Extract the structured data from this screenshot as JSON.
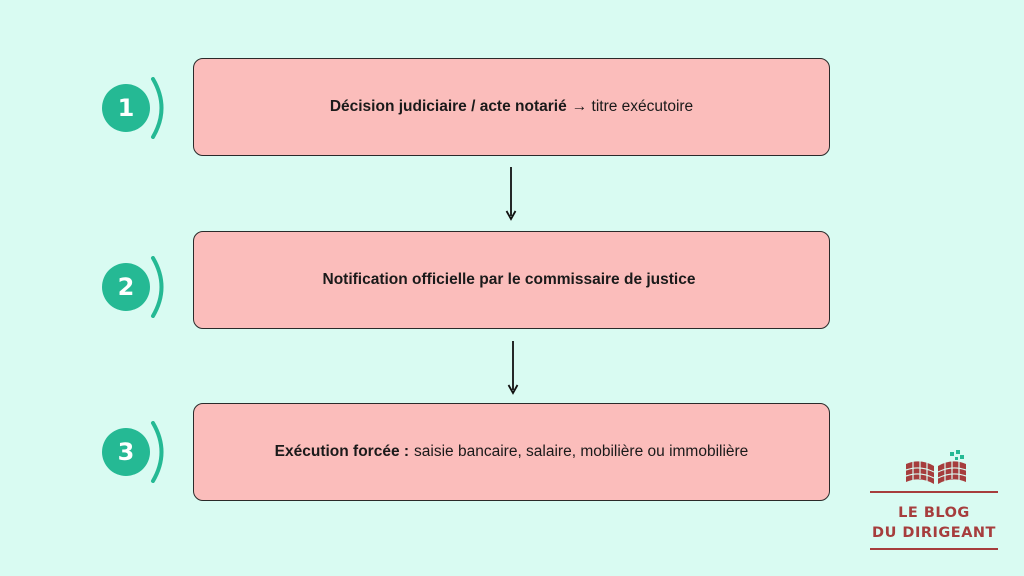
{
  "steps": [
    {
      "number": "1",
      "bold": "Décision judiciaire / acte notarié",
      "plain": "→ titre exécutoire"
    },
    {
      "number": "2",
      "bold": "Notification officielle par le commissaire de justice",
      "plain": ""
    },
    {
      "number": "3",
      "bold": "Exécution forcée :",
      "plain": "saisie bancaire, salaire, mobilière ou immobilière"
    }
  ],
  "logo": {
    "line1": "LE BLOG",
    "line2": "DU DIRIGEANT"
  },
  "colors": {
    "background": "#d9fbf2",
    "badge": "#25b994",
    "box_fill": "#fbbdbb",
    "brand": "#a63d3d"
  }
}
